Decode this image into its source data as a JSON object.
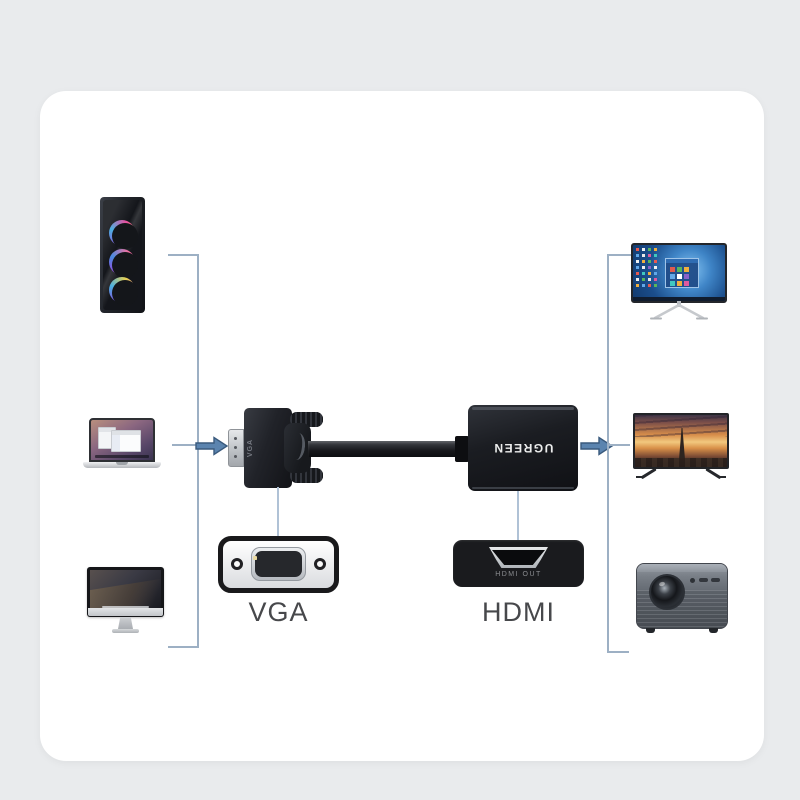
{
  "canvas": {
    "background": "#e9ebed",
    "card_background": "#ffffff"
  },
  "labels": {
    "vga": "VGA",
    "hdmi": "HDMI"
  },
  "adapter": {
    "brand": "UGREEN",
    "vga_connector_text": "VGA",
    "hdmi_port_text": "HDMI OUT"
  },
  "colors": {
    "arrow_fill": "#5b84af",
    "arrow_stroke": "#3a5a7d",
    "bracket_line": "#9db0c4",
    "callout_line": "#b0c2d6"
  },
  "devices": {
    "sources": [
      {
        "name": "gaming-pc-tower"
      },
      {
        "name": "macbook-laptop"
      },
      {
        "name": "imac-desktop"
      }
    ],
    "outputs": [
      {
        "name": "desktop-monitor"
      },
      {
        "name": "smart-tv"
      },
      {
        "name": "projector"
      }
    ]
  }
}
